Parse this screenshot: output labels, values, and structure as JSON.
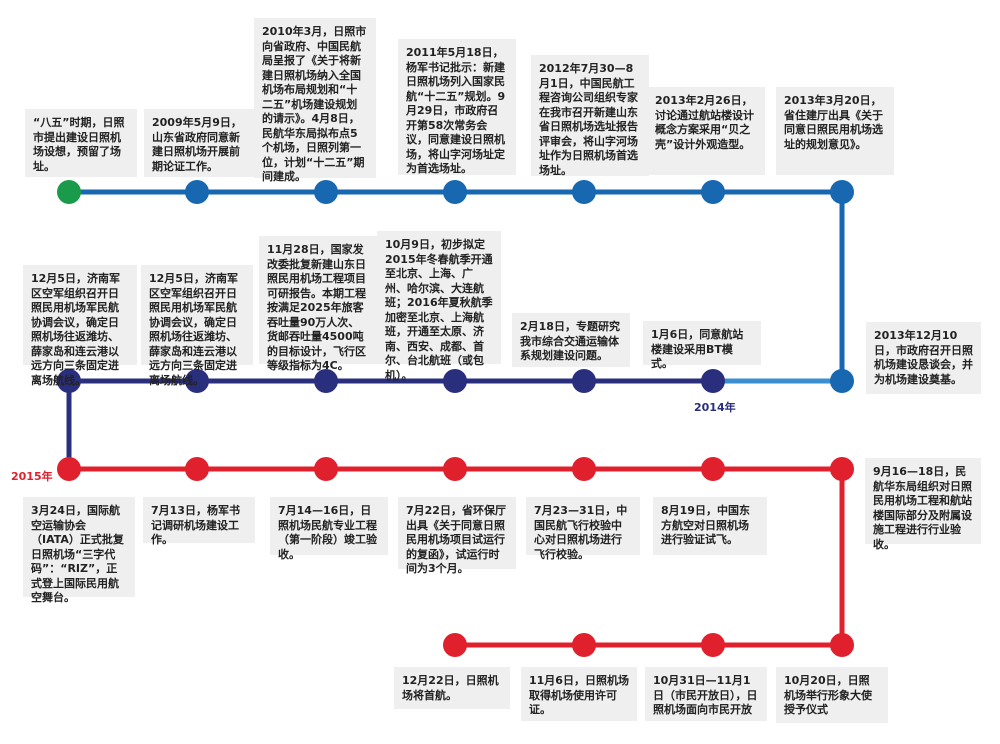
{
  "colors": {
    "row1_line": "#1767b1",
    "row2_line": "#2a2f7d",
    "row3_line": "#e0202d",
    "start_node": "#1a9a4b",
    "card_bg": "#efefef"
  },
  "year_labels": {
    "y2014": "2014年",
    "y2015": "2015年"
  },
  "events": {
    "row1": [
      "“八五”时期，日照市提出建设日照机场设想，预留了场址。",
      "2009年5月9日，山东省政府同意新建日照机场开展前期论证工作。",
      "2010年3月，日照市向省政府、中国民航局呈报了《关于将新建日照机场纳入全国机场布局规划和“十二五”机场建设规划的请示》。4月8日，民航华东局拟布点5个机场，日照列第一位，计划“十二五”期间建成。",
      "2011年5月18日，杨军书记批示：新建日照机场列入国家民航“十二五”规划。9月29日，市政府召开第58次常务会议，同意建设日照机场，将山字河场址定为首选场址。",
      "2012年7月30—8月1日，中国民航工程咨询公司组织专家在我市召开新建山东省日照机场选址报告评审会，将山字河场址作为日照机场首选场址。",
      "2013年2月26日，讨论通过航站楼设计概念方案采用“贝之壳”设计外观造型。",
      "2013年3月20日，省住建厅出具《关于同意日照民用机场选址的规划意见》。"
    ],
    "row2": [
      "12月5日，济南军区空军组织召开日照民用机场军民航协调会议，确定日照机场往返潍坊、薛家岛和连云港以远方向三条固定进离场航线。",
      "12月5日，济南军区空军组织召开日照民用机场军民航协调会议，确定日照机场往返潍坊、薛家岛和连云港以远方向三条固定进离场航线。",
      "11月28日，国家发改委批复新建山东日照民用机场工程项目可研报告。本期工程按满足2025年旅客吞吐量90万人次、货邮吞吐量4500吨的目标设计，飞行区等级指标为4C。",
      "10月9日，初步拟定2015年冬春航季开通至北京、上海、广州、哈尔滨、大连航班；2016年夏秋航季加密至北京、上海航班，开通至太原、济南、西安、成都、首尔、台北航班（或包机）。",
      "2月18日，专题研究我市综合交通运输体系规划建设问题。",
      "1月6日，同意航站楼建设采用BT模式。",
      "2013年12月10日，市政府召开日照机场建设恳谈会，并为机场建设奠基。"
    ],
    "row3": [
      "3月24日，国际航空运输协会（IATA）正式批复日照机场“三字代码”：“RIZ”，正式登上国际民用航空舞台。",
      "7月13日，杨军书记调研机场建设工作。",
      "7月14—16日，日照机场民航专业工程（第一阶段）竣工验收。",
      "7月22日，省环保厅出具《关于同意日照民用机场项目试运行的复函》，试运行时间为3个月。",
      "7月23—31日，中国民航飞行校验中心对日照机场进行飞行校验。",
      "8月19日，中国东方航空对日照机场进行验证试飞。",
      "9月16—18日，民航华东局组织对日照民用机场工程和航站楼国际部分及附属设施工程进行行业验收。"
    ],
    "row4": [
      "12月22日，日照机场将首航。",
      "11月6日，日照机场取得机场使用许可证。",
      "10月31日—11月1日（市民开放日），日照机场面向市民开放",
      "10月20日，日照机场举行形象大使授予仪式"
    ]
  }
}
